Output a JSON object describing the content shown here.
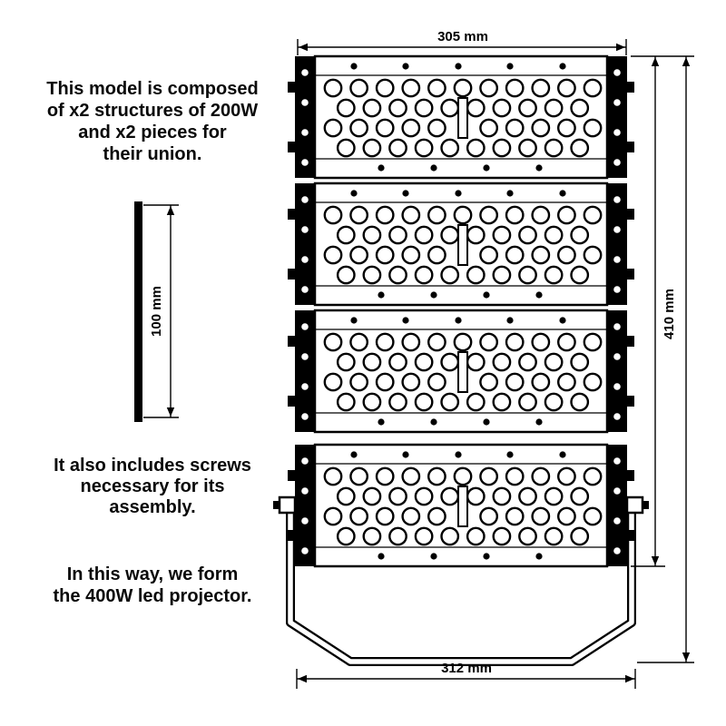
{
  "page": {
    "background": "#ffffff",
    "line_color": "#000000"
  },
  "annotations": {
    "composition": "This model is composed\nof x2 structures of 200W\nand x2 pieces for\ntheir union.",
    "screws": "It also includes screws\nnecessary for its\nassembly.",
    "result": "In this way, we form\nthe 400W led projector."
  },
  "dimensions": {
    "top_width": "305 mm",
    "overall_height": "410 mm",
    "bottom_width": "312 mm",
    "union_piece_length": "100 mm"
  },
  "diagram": {
    "module_count": 4
  }
}
